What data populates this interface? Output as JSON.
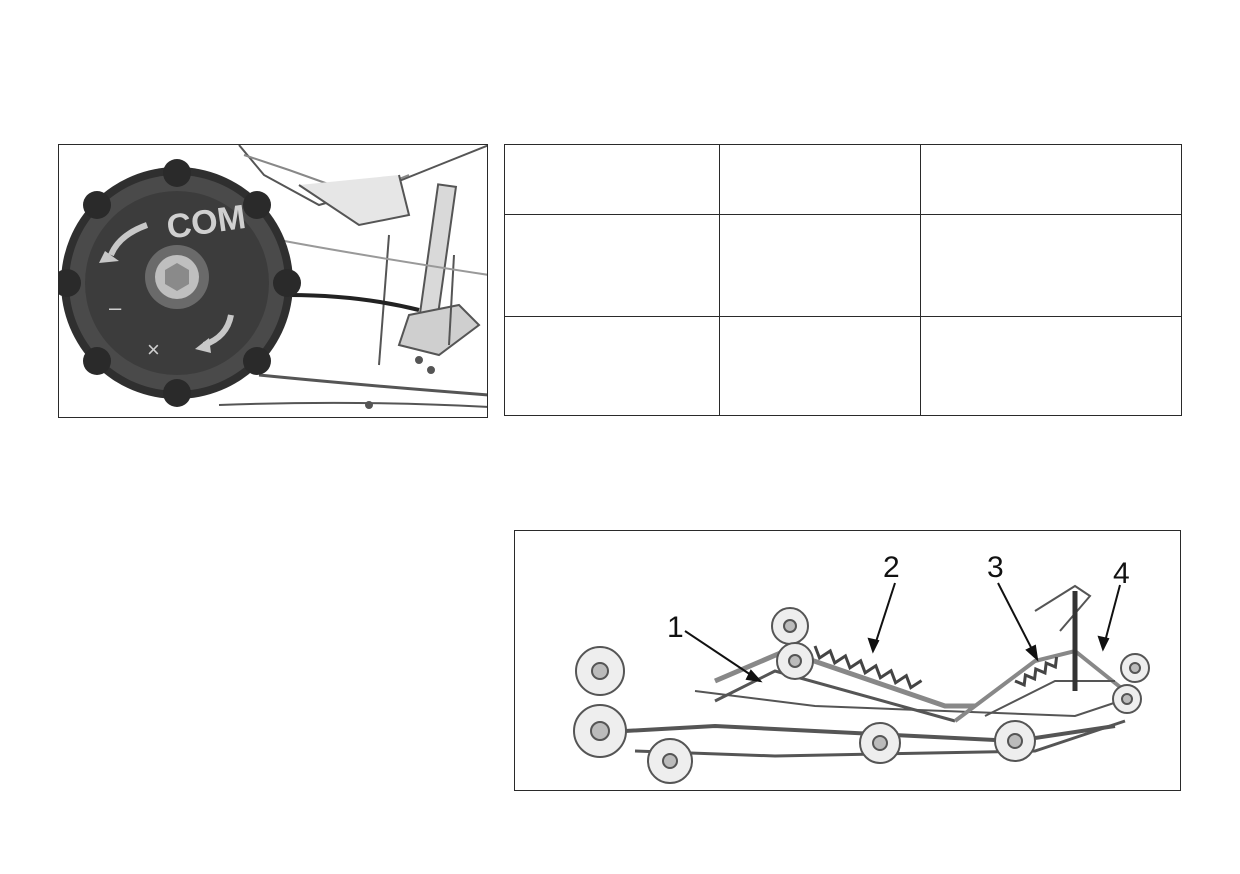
{
  "figure_knob": {
    "dial_label": "COM",
    "minus_mark": "–",
    "cross_mark": "×"
  },
  "figure_suspension": {
    "callouts": [
      "1",
      "2",
      "3",
      "4"
    ]
  },
  "table": {
    "rows": [
      [
        "",
        "",
        ""
      ],
      [
        "",
        "",
        ""
      ],
      [
        "",
        "",
        ""
      ]
    ]
  },
  "colors": {
    "border": "#2a2a2a",
    "knob_dark": "#3a3a3a",
    "line_art": "#555555"
  }
}
